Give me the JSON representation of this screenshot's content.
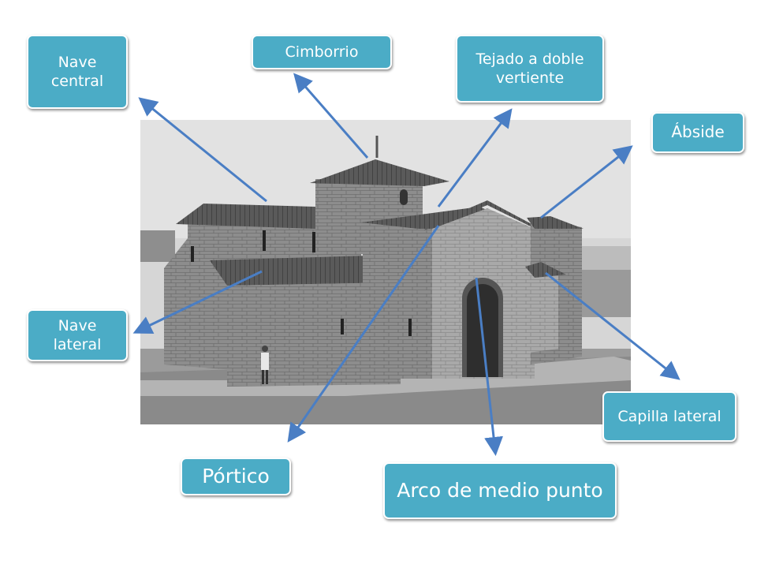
{
  "labels": {
    "nave_central": "Nave central",
    "cimborrio": "Cimborrio",
    "tejado": "Tejado a doble vertiente",
    "abside": "Ábside",
    "nave_lateral": "Nave lateral",
    "capilla_lateral": "Capilla lateral",
    "portico": "Pórtico",
    "arco": "Arco de medio punto"
  },
  "colors": {
    "label_fill": "#4bacc6",
    "label_text": "#ffffff",
    "arrow": "#4a7ec4"
  }
}
